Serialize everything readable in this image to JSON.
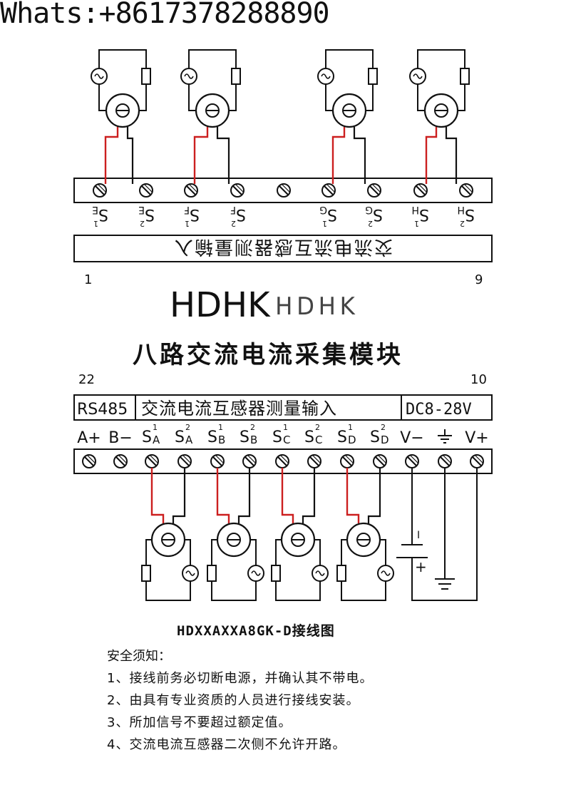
{
  "header": {
    "contact": "Whats:+8617378288890"
  },
  "top_block": {
    "title": "交流电流互感器测量输入",
    "labels": [
      {
        "s": "S",
        "e": "E",
        "n": "1"
      },
      {
        "s": "S",
        "e": "E",
        "n": "2"
      },
      {
        "s": "S",
        "e": "F",
        "n": "1"
      },
      {
        "s": "S",
        "e": "F",
        "n": "2"
      },
      {
        "s": "",
        "e": "",
        "n": ""
      },
      {
        "s": "S",
        "e": "G",
        "n": "1"
      },
      {
        "s": "S",
        "e": "G",
        "n": "2"
      },
      {
        "s": "S",
        "e": "H",
        "n": "1"
      },
      {
        "s": "S",
        "e": "H",
        "n": "2"
      }
    ],
    "pin_first": "1",
    "pin_last": "9"
  },
  "brand": {
    "name": "HDHK",
    "logo_text": "HDHK"
  },
  "module_title": "八路交流电流采集模块",
  "bottom_block": {
    "pin_first": "22",
    "pin_last": "10",
    "header_left": "RS485",
    "header_mid": "交流电流互感器测量输入",
    "header_right": "DC8-28V",
    "labels": [
      {
        "t": "A+"
      },
      {
        "t": "B−"
      },
      {
        "t": "S",
        "sub": "A",
        "sup": "1"
      },
      {
        "t": "S",
        "sub": "A",
        "sup": "2"
      },
      {
        "t": "S",
        "sub": "B",
        "sup": "1"
      },
      {
        "t": "S",
        "sub": "B",
        "sup": "2"
      },
      {
        "t": "S",
        "sub": "C",
        "sup": "1"
      },
      {
        "t": "S",
        "sub": "C",
        "sup": "2"
      },
      {
        "t": "S",
        "sub": "D",
        "sup": "1"
      },
      {
        "t": "S",
        "sub": "D",
        "sup": "2"
      },
      {
        "t": "V−"
      },
      {
        "t": "⏚"
      },
      {
        "t": "V+"
      }
    ],
    "battery_minus": "I",
    "battery_plus": "+"
  },
  "caption": "HDXXAXXA8GK-D接线图",
  "safety": {
    "title": "安全须知：",
    "items": [
      "1、接线前务必切断电源，并确认其不带电。",
      "2、由具有专业资质的人员进行接线安装。",
      "3、所加信号不要超过额定值。",
      "4、交流电流互感器二次侧不允许开路。"
    ]
  },
  "colors": {
    "wire_red": "#cc1f1f",
    "line": "#111111"
  }
}
